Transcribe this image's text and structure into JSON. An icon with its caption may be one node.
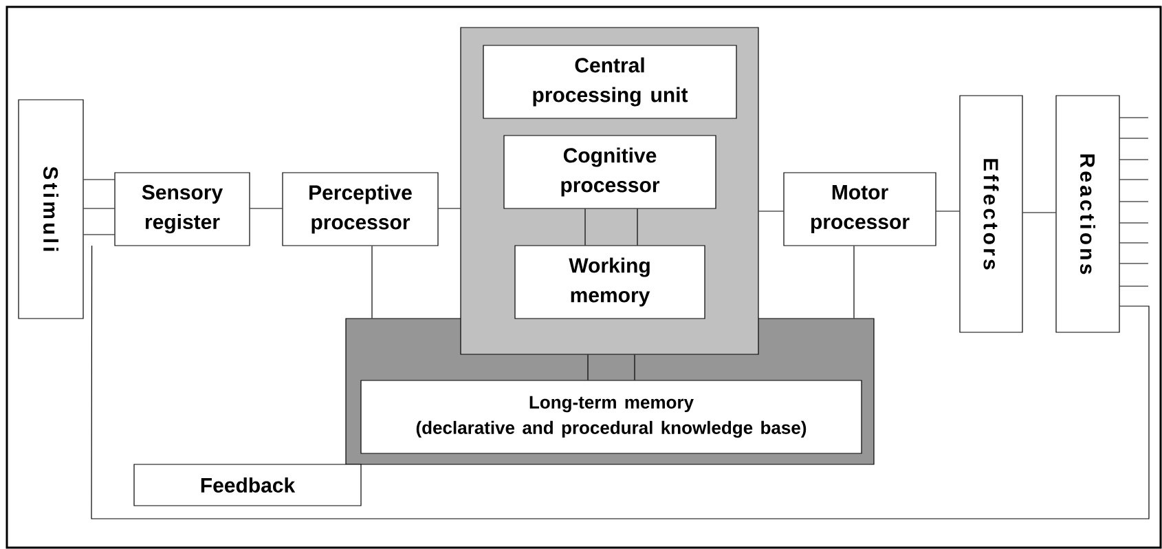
{
  "diagram": {
    "nodes": [
      {
        "text": [
          "Stimuli"
        ]
      },
      {
        "text": [
          "Sensory register"
        ]
      },
      {
        "text": [
          "Perceptive processor"
        ]
      },
      {
        "text": [],
        "shape": "box"
      },
      {
        "text": [
          "Central processing unit"
        ],
        "in": 3
      },
      {
        "text": [
          "Cognitive processor"
        ],
        "in": 3
      },
      {
        "text": [
          "Working memory"
        ],
        "in": 3
      },
      {
        "text": [],
        "shape": "box"
      },
      {
        "text": [
          "Long-term memory",
          "(declarative and procedural knowledge base)"
        ],
        "in": 7
      },
      {
        "text": [
          "Motor processor"
        ]
      },
      {
        "text": [
          "Effectors"
        ]
      },
      {
        "text": [
          "Reactions"
        ]
      },
      {
        "text": [
          "Feedback"
        ]
      }
    ],
    "edges": [
      {
        "from": 0,
        "to": 1,
        "arrow": "none"
      },
      {
        "from": 0,
        "to": 1,
        "arrow": "none"
      },
      {
        "from": 0,
        "to": 1,
        "arrow": "none"
      },
      {
        "from": 1,
        "to": 2,
        "arrow": "none"
      },
      {
        "from": 2,
        "to": 3,
        "arrow": "none"
      },
      {
        "from": 2,
        "to": 7,
        "arrow": "none"
      },
      {
        "from": 5,
        "to": 6,
        "arrow": "none"
      },
      {
        "from": 5,
        "to": 6,
        "arrow": "none"
      },
      {
        "from": 3,
        "to": 8,
        "arrow": "none"
      },
      {
        "from": 3,
        "to": 8,
        "arrow": "none"
      },
      {
        "from": 3,
        "to": 9,
        "arrow": "none"
      },
      {
        "from": 9,
        "to": 7,
        "arrow": "none"
      },
      {
        "from": 9,
        "to": 10,
        "arrow": "none"
      },
      {
        "from": 10,
        "to": 11,
        "arrow": "none"
      },
      {
        "from": 11,
        "to": null,
        "arrow": "none"
      },
      {
        "from": 11,
        "to": null,
        "arrow": "none"
      },
      {
        "from": 11,
        "to": null,
        "arrow": "none"
      },
      {
        "from": 11,
        "to": null,
        "arrow": "none"
      },
      {
        "from": 11,
        "to": null,
        "arrow": "none"
      },
      {
        "from": 11,
        "to": null,
        "arrow": "none"
      },
      {
        "from": 11,
        "to": null,
        "arrow": "none"
      },
      {
        "from": 11,
        "to": null,
        "arrow": "none"
      },
      {
        "from": 11,
        "to": null,
        "arrow": "none"
      },
      {
        "from": 11,
        "to": 0,
        "arrow": "none"
      }
    ]
  }
}
